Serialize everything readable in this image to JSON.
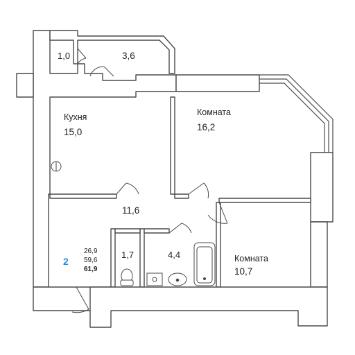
{
  "colors": {
    "wall": "#ffffff",
    "wall_stroke": "#4a4a4a",
    "accent": "#1e8fe0",
    "text": "#222222"
  },
  "rooms": {
    "storage": {
      "area": "1,0"
    },
    "wardrobe": {
      "area": "3,6"
    },
    "kitchen": {
      "name": "Кухня",
      "area": "15,0"
    },
    "room_large": {
      "name": "Комната",
      "area": "16,2"
    },
    "hall": {
      "area": "11,6"
    },
    "toilet": {
      "area": "1,7"
    },
    "bathroom": {
      "area": "4,4"
    },
    "room_small": {
      "name": "Комната",
      "area": "10,7"
    }
  },
  "apartment": {
    "rooms_count": "2",
    "living_area": "26,9",
    "kitchen_living_area": "59,6",
    "total_area": "61,9"
  }
}
